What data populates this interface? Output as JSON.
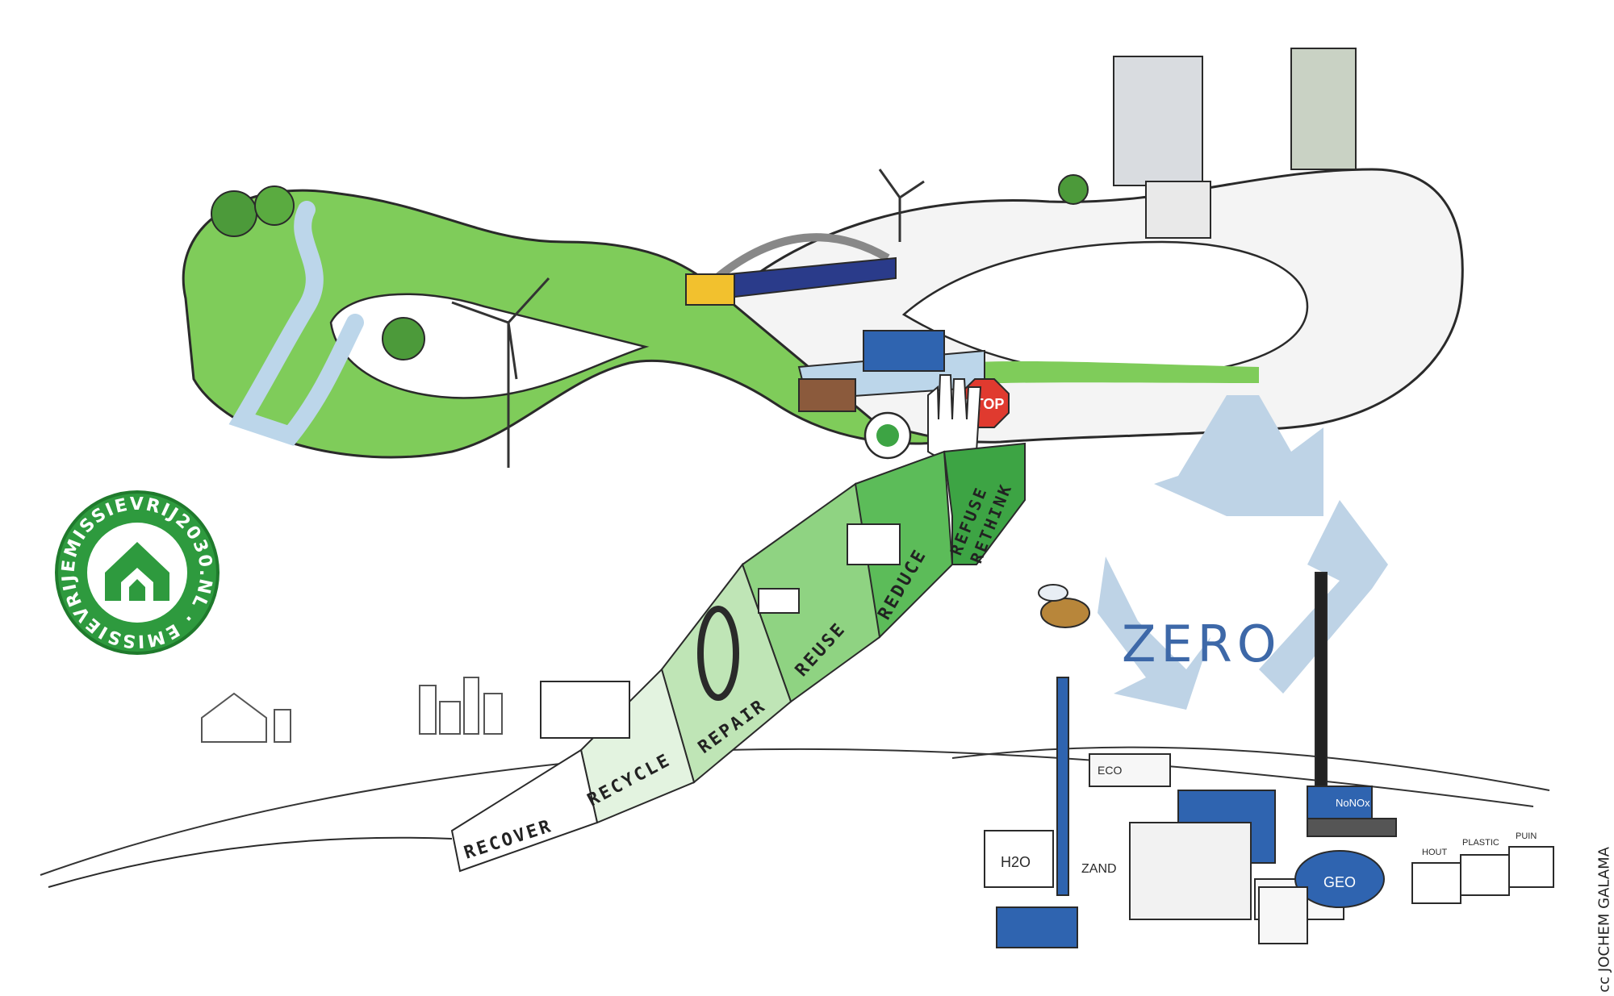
{
  "badge": {
    "text": "EMISSIEVRIJ2030.NL · EMISSIEVRIJ2030.NL ·",
    "color": "#2e9a3e",
    "icon": "house-arrow-icon"
  },
  "ladder_steps": [
    {
      "label": "RECOVER",
      "color": "#ffffff"
    },
    {
      "label": "RECYCLE",
      "color": "#e3f3e0"
    },
    {
      "label": "REPAIR",
      "color": "#bfe5b6"
    },
    {
      "label": "REUSE",
      "color": "#8fd382"
    },
    {
      "label": "REDUCE",
      "color": "#5cbc59"
    },
    {
      "label": "REFUSE",
      "color": "#3da444"
    },
    {
      "label": "RETHINK",
      "color": "#3da444"
    }
  ],
  "stop_sign": {
    "label": "STOP",
    "color": "#e03a2f"
  },
  "zero_label": "ZERO",
  "signs": {
    "h2o": "H2O",
    "zand": "ZAND",
    "eco": "ECO",
    "nonox": "NoNOx",
    "geo": "GEO",
    "hout": "HOUT",
    "plastic": "PLASTIC",
    "puin": "PUIN"
  },
  "credit": "cc JOCHEM GALAMA",
  "colors": {
    "grass": "#7fcc5a",
    "road": "#f4f4f4",
    "water": "#bcd6ea",
    "recycle_arrows": "#bed3e6",
    "machine_blue": "#2f64b0",
    "outline": "#2a2a2a"
  }
}
